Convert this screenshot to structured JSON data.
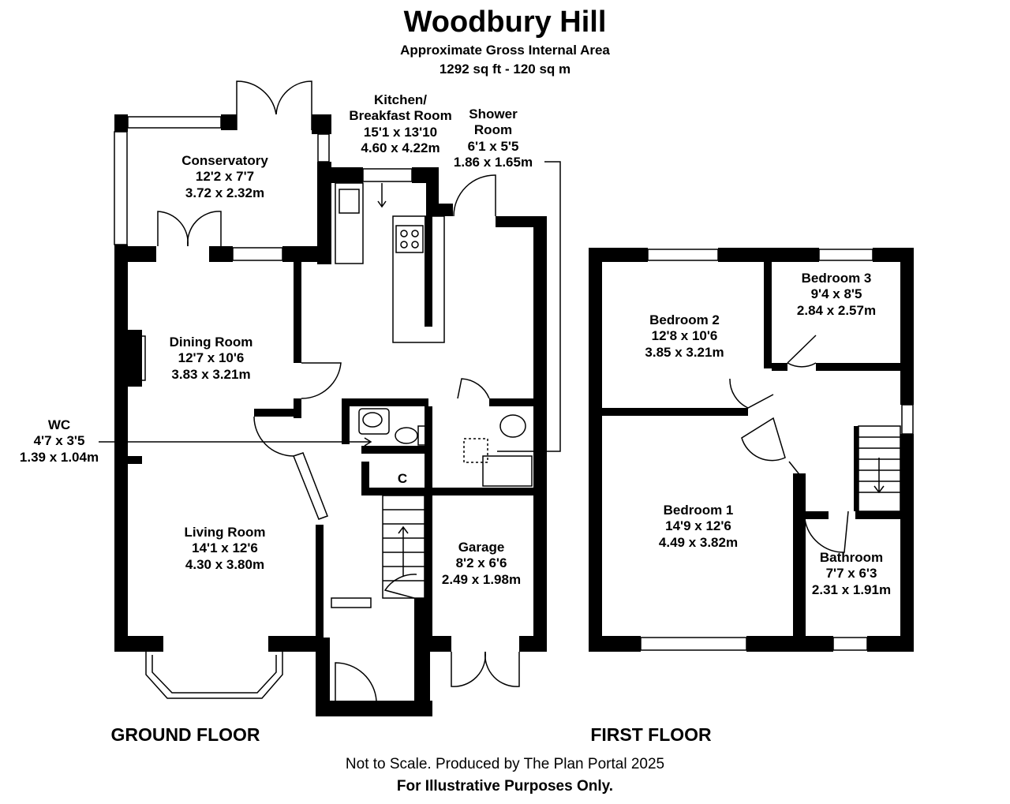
{
  "header": {
    "title": "Woodbury Hill",
    "area_label": "Approximate Gross Internal Area",
    "area_value": "1292 sq ft - 120 sq m"
  },
  "rooms": {
    "conservatory": {
      "name": "Conservatory",
      "imperial": "12'2 x 7'7",
      "metric": "3.72 x 2.32m"
    },
    "kitchen": {
      "name_line1": "Kitchen/",
      "name_line2": "Breakfast Room",
      "imperial": "15'1 x 13'10",
      "metric": "4.60 x 4.22m"
    },
    "shower": {
      "name_line1": "Shower",
      "name_line2": "Room",
      "imperial": "6'1 x 5'5",
      "metric": "1.86 x 1.65m"
    },
    "dining": {
      "name": "Dining Room",
      "imperial": "12'7 x 10'6",
      "metric": "3.83 x 3.21m"
    },
    "wc": {
      "name": "WC",
      "imperial": "4'7 x 3'5",
      "metric": "1.39 x 1.04m"
    },
    "cupboard": {
      "name": "C"
    },
    "living": {
      "name": "Living Room",
      "imperial": "14'1 x 12'6",
      "metric": "4.30 x 3.80m"
    },
    "garage": {
      "name": "Garage",
      "imperial": "8'2 x 6'6",
      "metric": "2.49 x 1.98m"
    },
    "bedroom2": {
      "name": "Bedroom 2",
      "imperial": "12'8 x 10'6",
      "metric": "3.85 x 3.21m"
    },
    "bedroom3": {
      "name": "Bedroom 3",
      "imperial": "9'4 x 8'5",
      "metric": "2.84 x 2.57m"
    },
    "bedroom1": {
      "name": "Bedroom 1",
      "imperial": "14'9 x 12'6",
      "metric": "4.49 x 3.82m"
    },
    "bathroom": {
      "name": "Bathroom",
      "imperial": "7'7 x 6'3",
      "metric": "2.31 x 1.91m"
    }
  },
  "floors": {
    "ground": "GROUND FLOOR",
    "first": "FIRST FLOOR"
  },
  "footer": {
    "scale_note": "Not to Scale. Produced by The Plan Portal 2025",
    "disclaimer": "For Illustrative Purposes Only."
  }
}
